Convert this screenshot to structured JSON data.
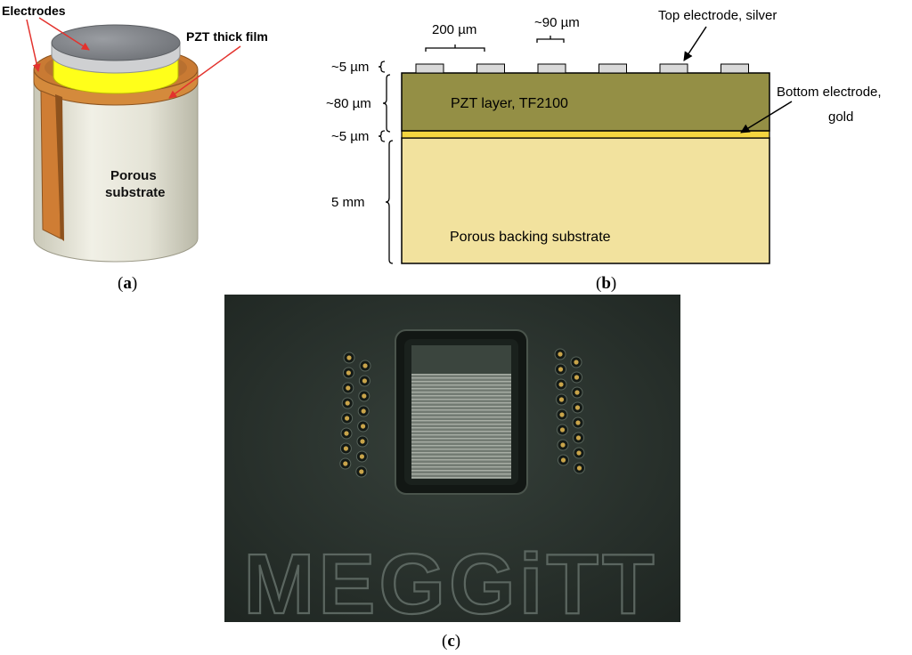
{
  "panel_a": {
    "caption_letter": "a",
    "labels": {
      "electrodes": "Electrodes",
      "pzt_film": "PZT thick film",
      "substrate_line1": "Porous",
      "substrate_line2": "substrate"
    }
  },
  "panel_b": {
    "caption_letter": "b",
    "dim_labels": {
      "top_electrode_thickness": "~5 µm",
      "pzt_thickness": "~80 µm",
      "bottom_electrode_thickness": "~5 µm",
      "substrate_thickness": "5 mm",
      "pitch": "200 µm",
      "width": "~90 µm"
    },
    "layer_labels": {
      "pzt": "PZT layer, TF2100",
      "substrate": "Porous backing substrate"
    },
    "callouts": {
      "top_electrode": "Top electrode, silver",
      "bottom_electrode_line1": "Bottom electrode,",
      "bottom_electrode_line2": "gold"
    },
    "electrode_count": 6
  },
  "panel_c": {
    "caption_letter": "c",
    "logo_text": "MEGGiTT",
    "pin_rows_per_column": 8
  },
  "colors": {
    "pzt": "#948f45",
    "substrate": "#f2e29e",
    "gold_layer": "#f5d640",
    "silver": "#d9d9d9",
    "copper": "#d27f35",
    "yellow_film": "#ffff1a",
    "photo_bg": "#2c3530",
    "arrow_red": "#e3322d"
  }
}
